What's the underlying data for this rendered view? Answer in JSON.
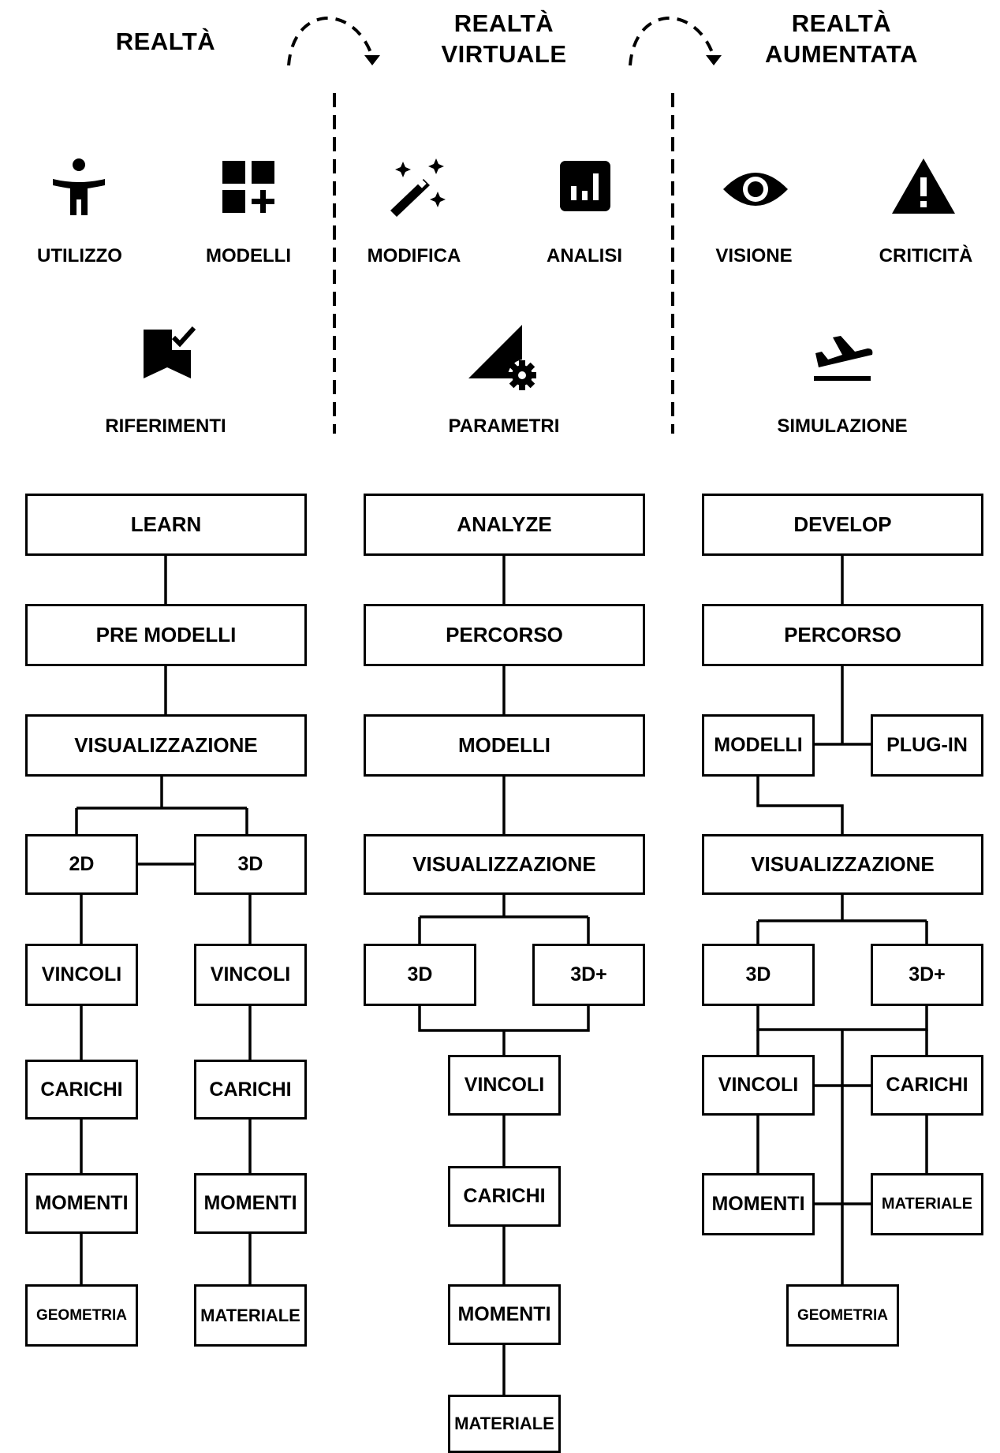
{
  "headers": {
    "realta": "REALTÀ",
    "virtuale": [
      "REALTÀ",
      "VIRTUALE"
    ],
    "aumentata": [
      "REALTÀ",
      "AUMENTATA"
    ]
  },
  "features": {
    "utilizzo": {
      "label": "UTILIZZO",
      "icon": "accessibility-icon"
    },
    "modelli": {
      "label": "MODELLI",
      "icon": "add-grid-icon"
    },
    "riferimenti": {
      "label": "RIFERIMENTI",
      "icon": "bookmark-check-icon"
    },
    "modifica": {
      "label": "MODIFICA",
      "icon": "magic-wand-icon"
    },
    "analisi": {
      "label": "ANALISI",
      "icon": "bar-chart-icon"
    },
    "parametri": {
      "label": "PARAMETRI",
      "icon": "ruler-settings-icon"
    },
    "visione": {
      "label": "VISIONE",
      "icon": "eye-icon"
    },
    "criticita": {
      "label": "CRITICITÀ",
      "icon": "warning-icon"
    },
    "simulazione": {
      "label": "SIMULAZIONE",
      "icon": "takeoff-icon"
    }
  },
  "learn": {
    "root": "LEARN",
    "pre_modelli": "PRE MODELLI",
    "visualizzazione": "VISUALIZZAZIONE",
    "d2": "2D",
    "d3": "3D",
    "vincoli_a": "VINCOLI",
    "vincoli_b": "VINCOLI",
    "carichi_a": "CARICHI",
    "carichi_b": "CARICHI",
    "momenti_a": "MOMENTI",
    "momenti_b": "MOMENTI",
    "geometria": "GEOMETRIA",
    "materiale": "MATERIALE"
  },
  "analyze": {
    "root": "ANALYZE",
    "percorso": "PERCORSO",
    "modelli": "MODELLI",
    "visualizzazione": "VISUALIZZAZIONE",
    "d3": "3D",
    "d3plus": "3D+",
    "vincoli": "VINCOLI",
    "carichi": "CARICHI",
    "momenti": "MOMENTI",
    "materiale": "MATERIALE"
  },
  "develop": {
    "root": "DEVELOP",
    "percorso": "PERCORSO",
    "modelli": "MODELLI",
    "plugin": "PLUG-IN",
    "visualizzazione": "VISUALIZZAZIONE",
    "d3": "3D",
    "d3plus": "3D+",
    "vincoli": "VINCOLI",
    "carichi": "CARICHI",
    "momenti": "MOMENTI",
    "materiale": "MATERIALE",
    "geometria": "GEOMETRIA"
  }
}
